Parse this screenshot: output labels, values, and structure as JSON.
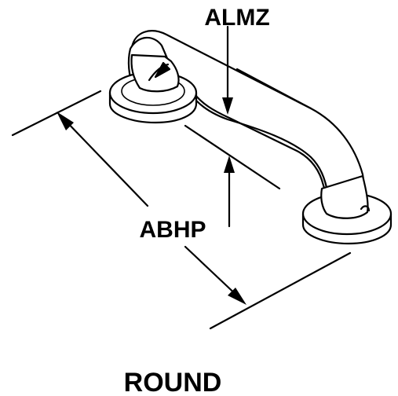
{
  "diagram": {
    "labels": {
      "almz": "ALMZ",
      "abhp": "ABHP",
      "caption": "ROUND"
    },
    "colors": {
      "line": "#000000",
      "background": "#ffffff"
    }
  }
}
